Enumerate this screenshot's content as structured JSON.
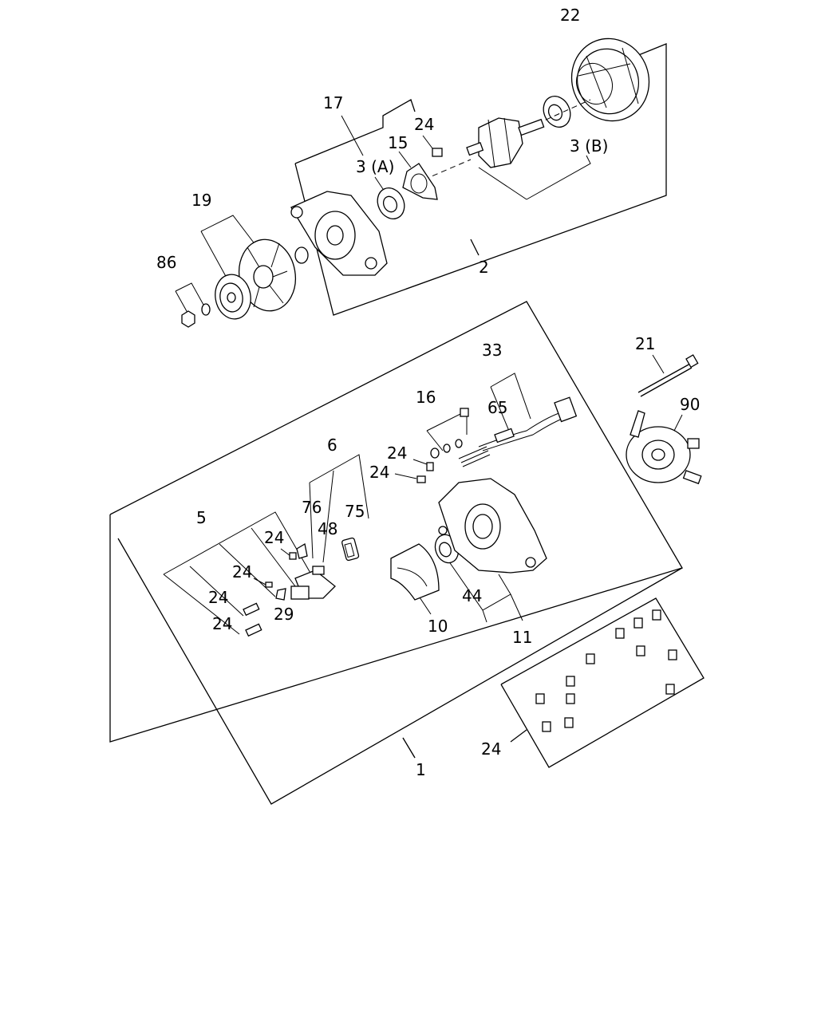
{
  "diagram": {
    "type": "exploded-parts-diagram",
    "callouts": [
      {
        "id": "c22",
        "text": "22"
      },
      {
        "id": "c17",
        "text": "17"
      },
      {
        "id": "c24a",
        "text": "24"
      },
      {
        "id": "c15",
        "text": "15"
      },
      {
        "id": "c3a",
        "text": "3 (A)"
      },
      {
        "id": "c3b",
        "text": "3 (B)"
      },
      {
        "id": "c19",
        "text": "19"
      },
      {
        "id": "c86",
        "text": "86"
      },
      {
        "id": "c2",
        "text": "2"
      },
      {
        "id": "c21",
        "text": "21"
      },
      {
        "id": "c33",
        "text": "33"
      },
      {
        "id": "c16",
        "text": "16"
      },
      {
        "id": "c65",
        "text": "65"
      },
      {
        "id": "c90",
        "text": "90"
      },
      {
        "id": "c24b",
        "text": "24"
      },
      {
        "id": "c24c",
        "text": "24"
      },
      {
        "id": "c6",
        "text": "6"
      },
      {
        "id": "c76",
        "text": "76"
      },
      {
        "id": "c75",
        "text": "75"
      },
      {
        "id": "c48",
        "text": "48"
      },
      {
        "id": "c5",
        "text": "5"
      },
      {
        "id": "c24d",
        "text": "24"
      },
      {
        "id": "c24e",
        "text": "24"
      },
      {
        "id": "c24f",
        "text": "24"
      },
      {
        "id": "c29",
        "text": "29"
      },
      {
        "id": "c24g",
        "text": "24"
      },
      {
        "id": "c44",
        "text": "44"
      },
      {
        "id": "c10",
        "text": "10"
      },
      {
        "id": "c11",
        "text": "11"
      },
      {
        "id": "c24h",
        "text": "24"
      },
      {
        "id": "c1",
        "text": "1"
      }
    ]
  }
}
